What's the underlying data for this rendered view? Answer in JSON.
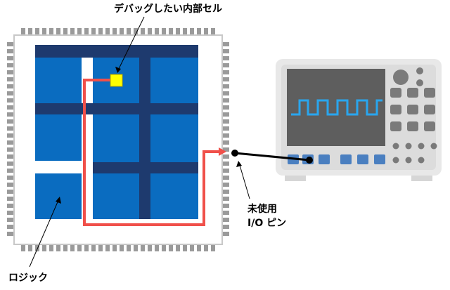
{
  "labels": {
    "debug_cell": "デバッグしたい内部セル",
    "unused_pin_line1": "未使用",
    "unused_pin_line2": "I/O ピン",
    "logic": "ロジック"
  },
  "colors": {
    "chip_pins": "#9a9a9a",
    "chip_body": "#ffffff",
    "chip_border": "#c8c8c8",
    "routing": "#1e3a6e",
    "logic_block": "#0a6cc0",
    "debug_cell": "#ffff00",
    "probe_path": "#f0504a",
    "scope_body": "#e8e8e8",
    "scope_panel": "#dcdcdc",
    "scope_screen": "#5e5e5e",
    "waveform": "#29a6ee",
    "scope_key": "#7a7a7a",
    "scope_input": "#4a7fc0",
    "probe_cable": "#000000"
  },
  "icons": {
    "oscilloscope": "oscilloscope-icon",
    "chip": "fpga-chip-icon"
  }
}
